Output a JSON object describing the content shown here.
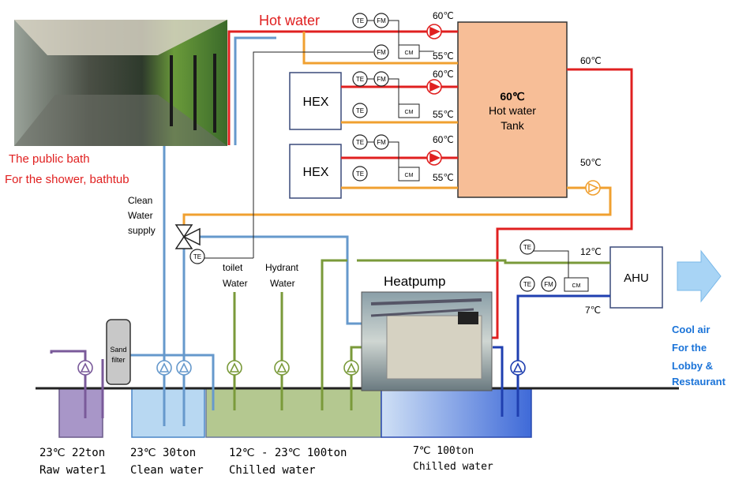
{
  "labels": {
    "hot_water": "Hot water",
    "public_bath_1": "The public bath",
    "public_bath_2": "For  the shower, bathtub",
    "clean_water_supply_1": "Clean",
    "clean_water_supply_2": "Water",
    "clean_water_supply_3": "supply",
    "toilet_1": "toilet",
    "toilet_2": "Water",
    "hydrant_1": "Hydrant",
    "hydrant_2": "Water",
    "heatpump": "Heatpump",
    "ahu": "AHU",
    "cool_air_1": "Cool  air",
    "cool_air_2": "For  the",
    "cool_air_3": "Lobby &",
    "cool_air_4": "Restaurant",
    "sand_filter_1": "Sand",
    "sand_filter_2": "filter",
    "hex": "HEX",
    "tank_1": "60℃",
    "tank_2": "Hot water",
    "tank_3": "Tank",
    "te": "TE",
    "fm": "FM",
    "cm": "CM"
  },
  "temps": {
    "t60_a": "60℃",
    "t55_a": "55℃",
    "t60_b": "60℃",
    "t55_b": "55℃",
    "t60_c": "60℃",
    "t55_c": "55℃",
    "t60_right": "60℃",
    "t50_right": "50℃",
    "t12": "12℃",
    "t7": "7℃"
  },
  "tanks": {
    "raw_1": "23℃  22ton",
    "raw_2": "Raw water1",
    "clean_1": "23℃  30ton",
    "clean_2": "Clean water",
    "chilled_1": "12℃ - 23℃ 100ton",
    "chilled_2": "Chilled water",
    "cold_1": "7℃   100ton",
    "cold_2": "Chilled water"
  },
  "colors": {
    "hot": "#e02020",
    "warm": "#f0a030",
    "clean": "#6699cc",
    "green": "#7a9a3a",
    "cold": "#1f3fb0",
    "purple": "#7a5a9a",
    "tank_fill": "#f7be97",
    "cool_air": "#1a73d8"
  }
}
